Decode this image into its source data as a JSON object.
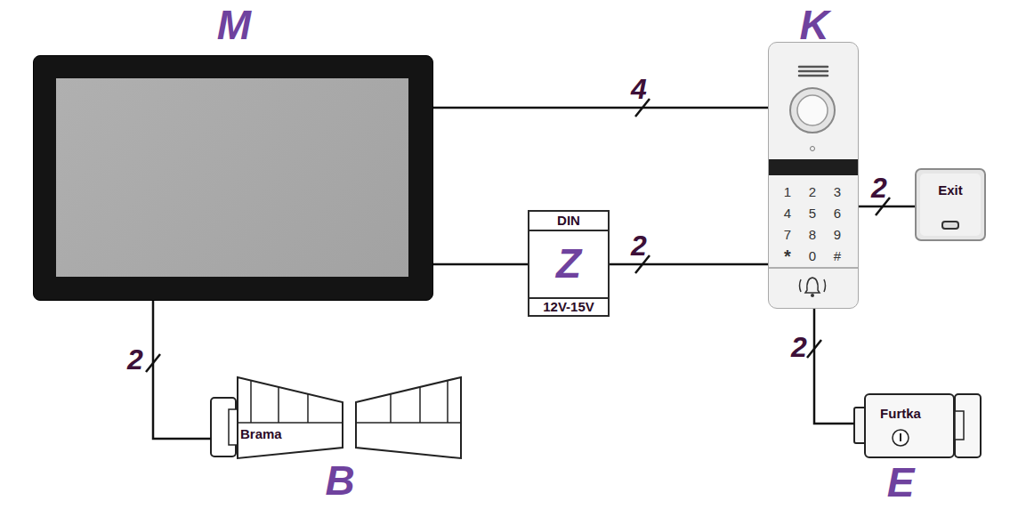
{
  "diagram": {
    "nodes": [
      {
        "text": [
          "M"
        ]
      },
      {
        "text": [
          "DIN",
          "Z",
          "12V-15V"
        ]
      },
      {
        "text": [
          "K"
        ]
      },
      {
        "text": [
          "Exit"
        ]
      },
      {
        "text": [
          "Brama",
          "B"
        ]
      },
      {
        "text": [
          "Furtka",
          "E"
        ]
      }
    ],
    "edges": [
      {
        "from": 0,
        "to": 2,
        "label": "4",
        "arrow": "none"
      },
      {
        "from": 0,
        "to": 1,
        "arrow": "none"
      },
      {
        "from": 1,
        "to": 2,
        "label": "2",
        "arrow": "none"
      },
      {
        "from": 2,
        "to": 3,
        "label": "2",
        "arrow": "none"
      },
      {
        "from": 0,
        "to": 4,
        "label": "2",
        "arrow": "none"
      },
      {
        "from": 2,
        "to": 5,
        "label": "2",
        "arrow": "none"
      }
    ],
    "labels": [
      "1",
      "2",
      "3",
      "4",
      "5",
      "6",
      "7",
      "8",
      "9",
      "*",
      "0",
      "#"
    ]
  }
}
